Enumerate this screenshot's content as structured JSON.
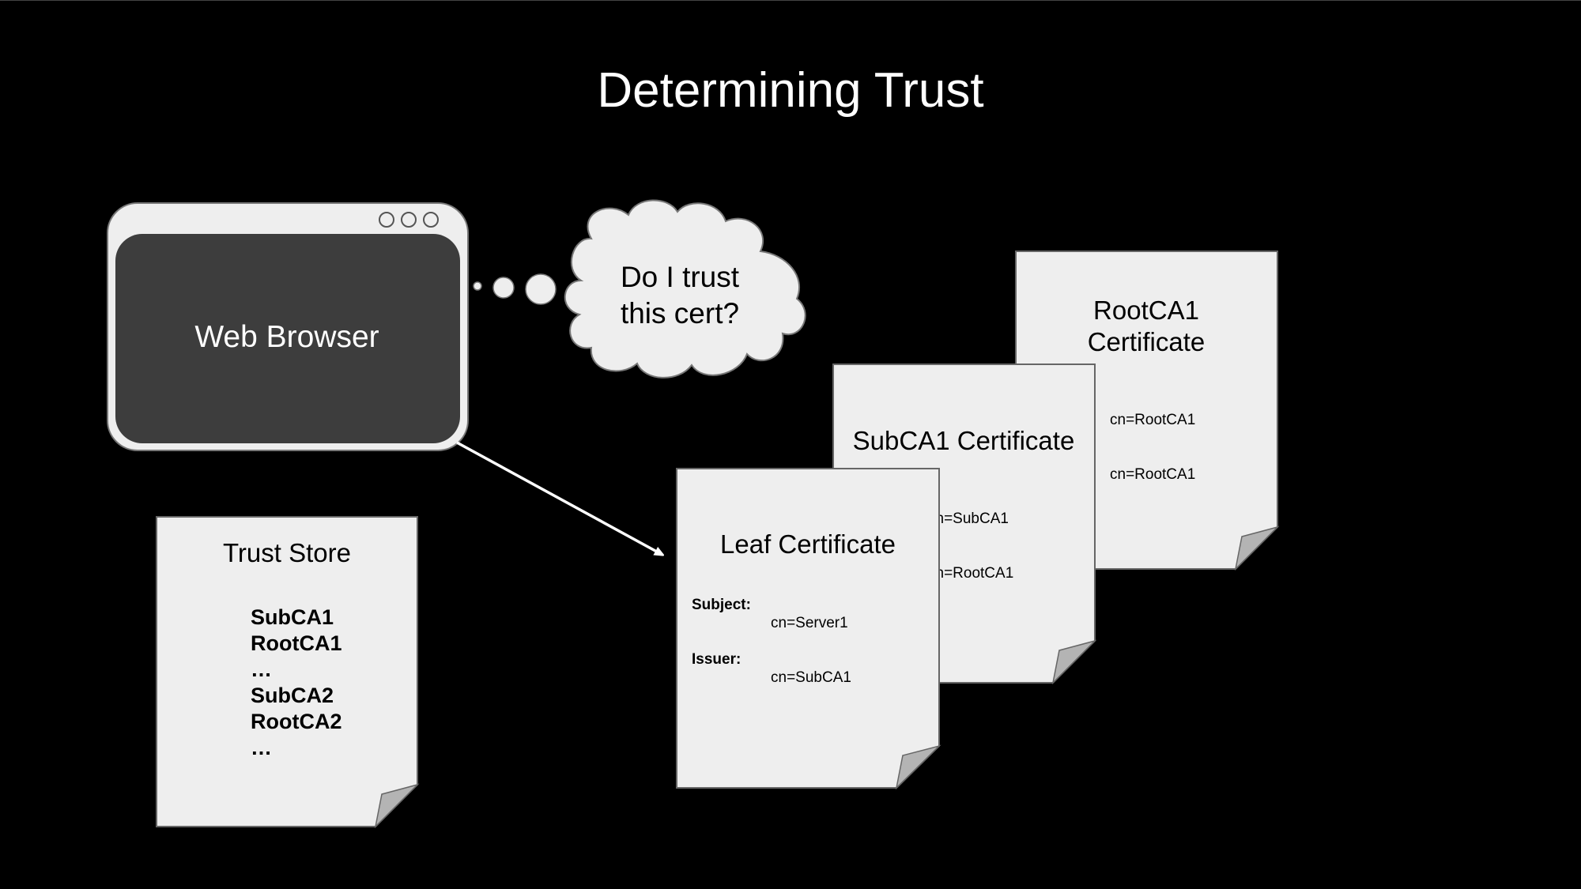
{
  "slide": {
    "title": "Determining Trust"
  },
  "browser": {
    "label": "Web Browser"
  },
  "thought": {
    "line1": "Do I trust",
    "line2": "this cert?"
  },
  "trust_store": {
    "title": "Trust Store",
    "items": [
      "SubCA1",
      "RootCA1",
      "…",
      "SubCA2",
      "RootCA2",
      "…"
    ]
  },
  "root_cert": {
    "title_line1": "RootCA1",
    "title_line2": "Certificate",
    "subject_value": "cn=RootCA1",
    "issuer_value": "cn=RootCA1"
  },
  "sub_cert": {
    "title": "SubCA1 Certificate",
    "subject_value": "cn=SubCA1",
    "issuer_value": "cn=RootCA1"
  },
  "leaf_cert": {
    "title": "Leaf Certificate",
    "subject_label": "Subject:",
    "subject_value": "cn=Server1",
    "issuer_label": "Issuer:",
    "issuer_value": "cn=SubCA1"
  },
  "colors": {
    "background": "#000000",
    "paper": "#eeeeee",
    "browser_screen": "#3d3d3d",
    "fold": "#b4b4b4"
  }
}
